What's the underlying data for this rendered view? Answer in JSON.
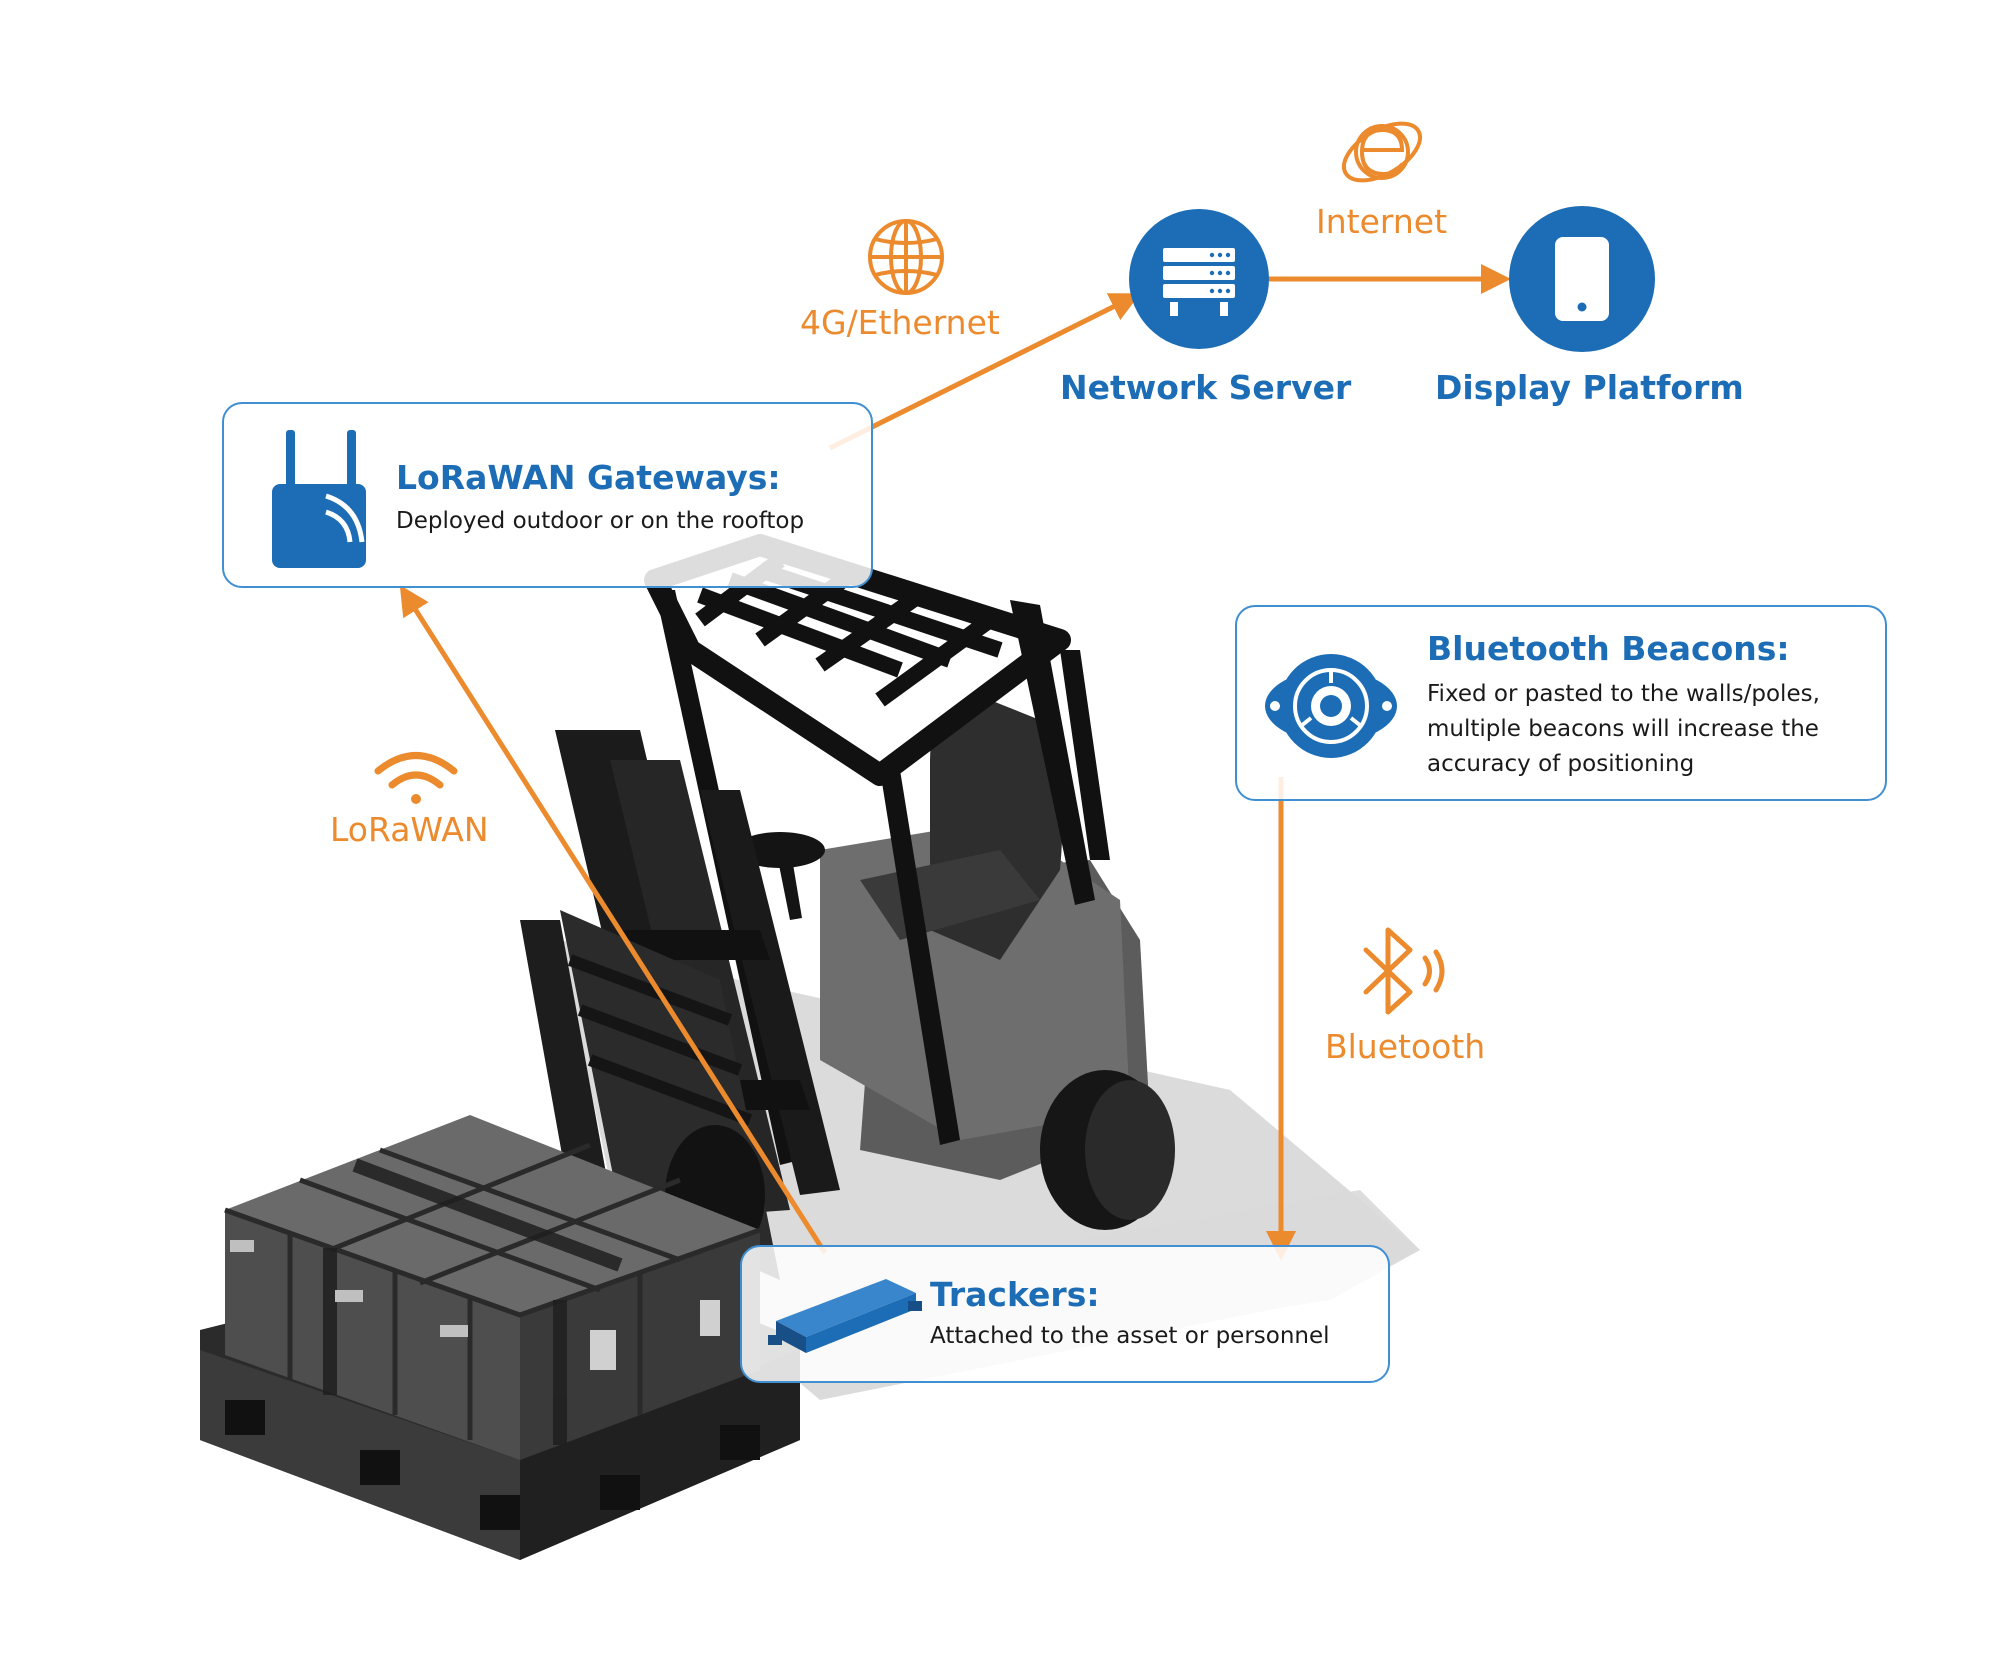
{
  "colors": {
    "accent_blue": "#1c6db5",
    "accent_orange": "#ec8a2e",
    "card_border": "#3f8fd2"
  },
  "nodes": {
    "network_server": {
      "label": "Network Server",
      "icon": "server-rack-icon"
    },
    "display_platform": {
      "label": "Display Platform",
      "icon": "mobile-device-icon"
    }
  },
  "cards": {
    "gateways": {
      "title": "LoRaWAN Gateways:",
      "description": "Deployed outdoor or on the rooftop",
      "icon": "gateway-router-icon"
    },
    "beacons": {
      "title": "Bluetooth Beacons:",
      "description_lines": [
        "Fixed or pasted to the walls/poles,",
        "multiple beacons will increase the",
        "accuracy of positioning"
      ],
      "icon": "beacon-icon"
    },
    "trackers": {
      "title": "Trackers:",
      "description": "Attached to the asset or personnel",
      "icon": "tracker-device-icon"
    }
  },
  "connections": {
    "ethernet": {
      "label": "4G/Ethernet",
      "icon": "globe-icon"
    },
    "internet": {
      "label": "Internet",
      "icon": "internet-explorer-icon"
    },
    "lorawan": {
      "label": "LoRaWAN",
      "icon": "wifi-icon"
    },
    "bluetooth": {
      "label": "Bluetooth",
      "icon": "bluetooth-icon"
    }
  }
}
